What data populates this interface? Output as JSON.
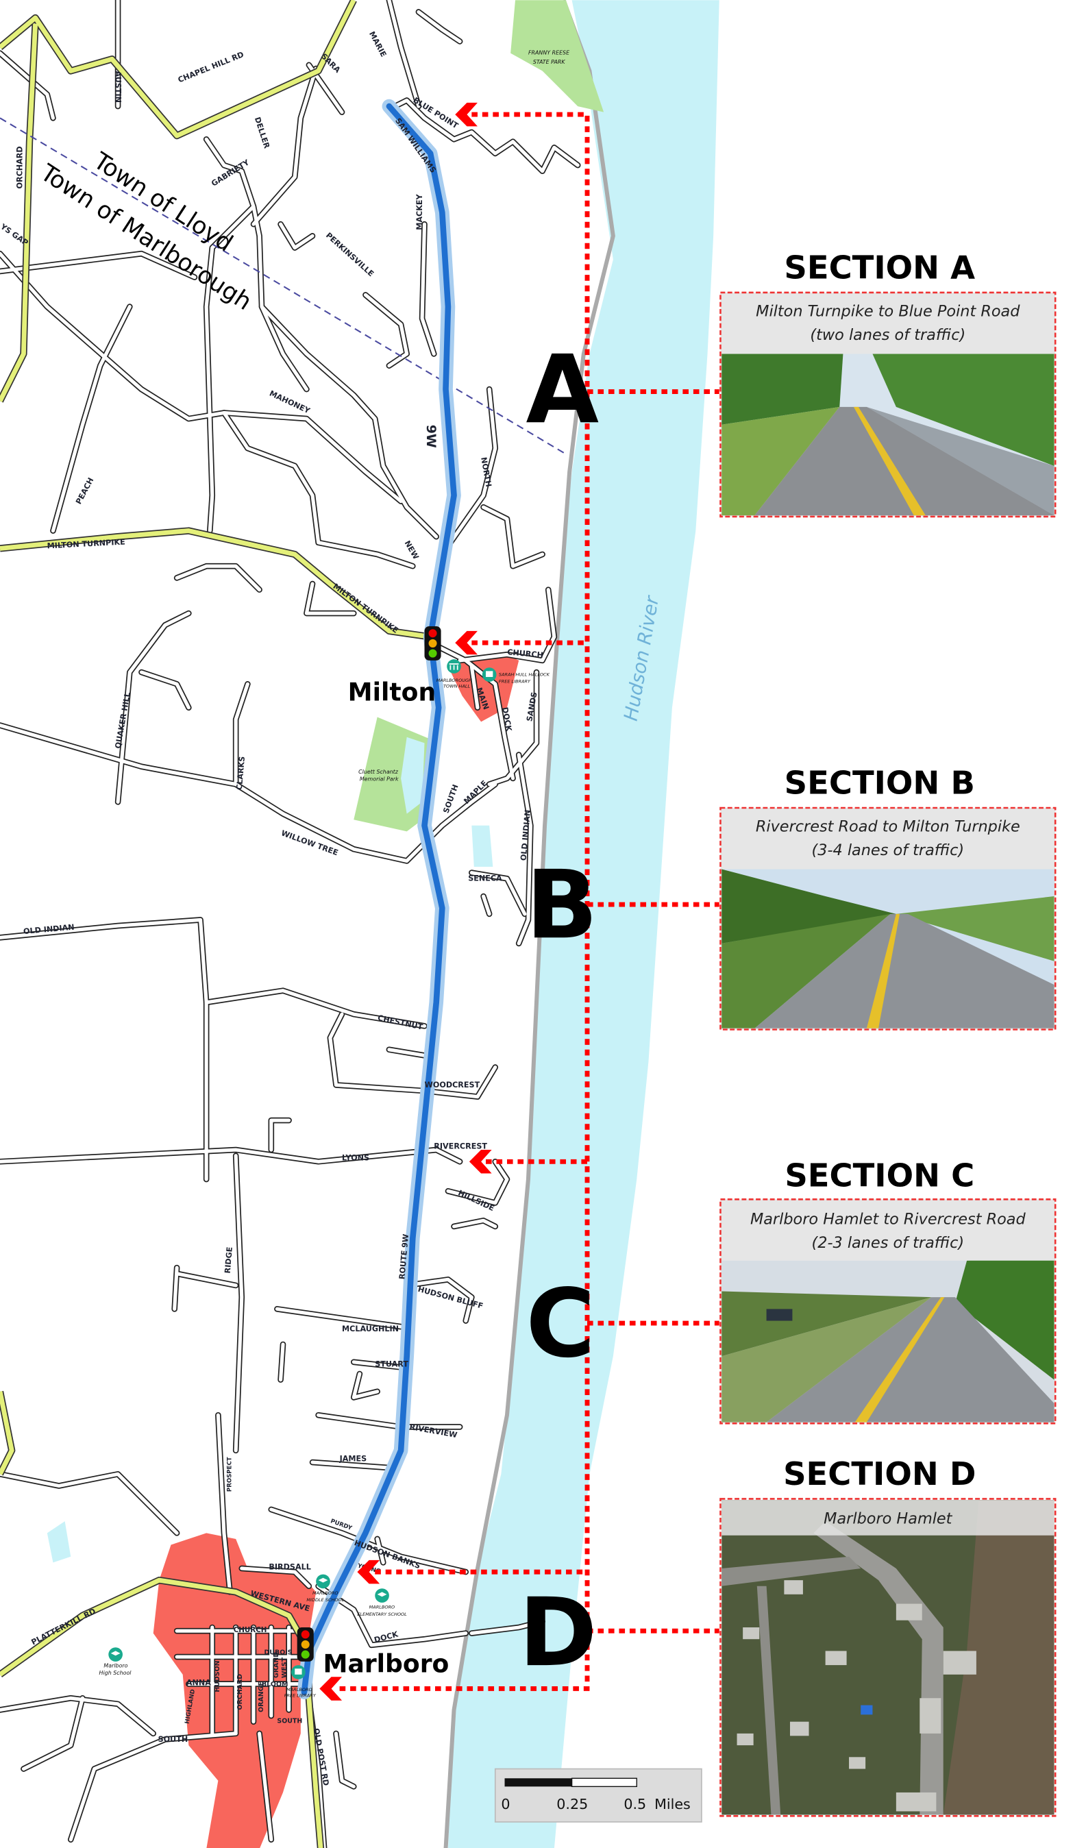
{
  "colors": {
    "river": "#c8f2f8",
    "route": "#1f6fd0",
    "route_halo": "#a8cdef",
    "hamlet": "#f8665c",
    "park": "#b5e39a",
    "collector_road": "#e4f07a",
    "arrow": "#ff0000",
    "poi": "#1aaa8e"
  },
  "map": {
    "towns": {
      "north": "Town of Lloyd",
      "south": "Town of Marlborough"
    },
    "hamlets": {
      "milton": "Milton",
      "marlboro": "Marlboro"
    },
    "river": "Hudson River",
    "route": "9W",
    "parks": {
      "franny_1": "FRANNY REESE",
      "franny_2": "STATE PARK",
      "cluett_1": "Cluett Schantz",
      "cluett_2": "Memorial Park"
    },
    "poi": {
      "town_hall_1": "MARLBOROUGH",
      "town_hall_2": "TOWN HALL",
      "milton_lib_1": "SARAH HULL HALLOCK",
      "milton_lib_2": "FREE LIBRARY",
      "middle_1": "MARLBORO",
      "middle_2": "MIDDLE SCHOOL",
      "elem_1": "MARLBORO",
      "elem_2": "ELEMENTARY SCHOOL",
      "high_1": "Marlboro",
      "high_2": "High School",
      "mlib_1": "MARLBORO",
      "mlib_2": "FREE LIBRARY"
    },
    "roads": {
      "chapel_hill": "CHAPEL HILL RD",
      "austin": "AUSTIN",
      "sara": "SARA",
      "marie": "MARIE",
      "blue_point": "BLUE POINT",
      "sam_williams": "SAM WILLIAMS",
      "deller": "DELLER",
      "gabriety": "GABRIETY",
      "orchard_n": "ORCHARD",
      "ys_gap": "YS GAP",
      "mackey": "MACKEY",
      "perkinsville": "PERKINSVILLE",
      "mahoney": "MAHONEY",
      "north": "NORTH",
      "peach": "PEACH",
      "milton_tpk_w": "MILTON TURNPIKE",
      "milton_tpk_e": "MILTON TURNPIKE",
      "new": "NEW",
      "church_m": "CHURCH",
      "main": "MAIN",
      "dock_m": "DOCK",
      "sands": "SANDS",
      "quaker_hill": "QUAKER HILL",
      "clarks": "CLARKS",
      "willow_tree": "WILLOW TREE",
      "south_m": "SOUTH",
      "maple": "MAPLE",
      "old_indian_e": "OLD INDIAN",
      "seneca": "SENECA",
      "old_indian_w": "OLD INDIAN",
      "chestnut": "CHESTNUT",
      "woodcrest": "WOODCREST",
      "rivercrest": "RIVERCREST",
      "lyons": "LYONS",
      "hillside": "HILLSIDE",
      "route_9w": "ROUTE 9W",
      "ridge": "RIDGE",
      "hudson_bluff": "HUDSON BLUFF",
      "mclaughlin": "MCLAUGHLIN",
      "stuart": "STUART",
      "riverview": "RIVERVIEW",
      "james": "JAMES",
      "prospect": "PROSPECT",
      "purdy": "PURDY",
      "hudson_banks": "HUDSON BANKS",
      "young": "YOUNG",
      "birdsall": "BIRDSALL",
      "platterkill": "PLATTERKILL RD",
      "western_ave": "WESTERN AVE",
      "highland": "HIGHLAND",
      "church_mb": "CHURCH",
      "hudson": "HUDSON",
      "orchard_s": "ORCHARD",
      "orange": "ORANGE",
      "grand": "GRAND",
      "west": "WEST",
      "dubois": "DUBOIS",
      "anna": "ANNA",
      "bloom": "BLOOM",
      "south_w": "SOUTH",
      "south_e": "SOUTH",
      "dock_mb": "DOCK",
      "old_post": "OLD POST RD"
    }
  },
  "sections": [
    {
      "letter": "A",
      "title": "SECTION A",
      "caption_1": "Milton Turnpike to Blue Point Road",
      "caption_2": "(two lanes of traffic)"
    },
    {
      "letter": "B",
      "title": "SECTION B",
      "caption_1": "Rivercrest Road to Milton Turnpike",
      "caption_2": "(3-4 lanes of traffic)"
    },
    {
      "letter": "C",
      "title": "SECTION C",
      "caption_1": "Marlboro Hamlet to Rivercrest Road",
      "caption_2": "(2-3 lanes of traffic)"
    },
    {
      "letter": "D",
      "title": "SECTION D",
      "caption_1": "Marlboro Hamlet"
    }
  ],
  "scale_bar": {
    "ticks": [
      "0",
      "0.25",
      "0.5"
    ],
    "unit": "Miles"
  }
}
